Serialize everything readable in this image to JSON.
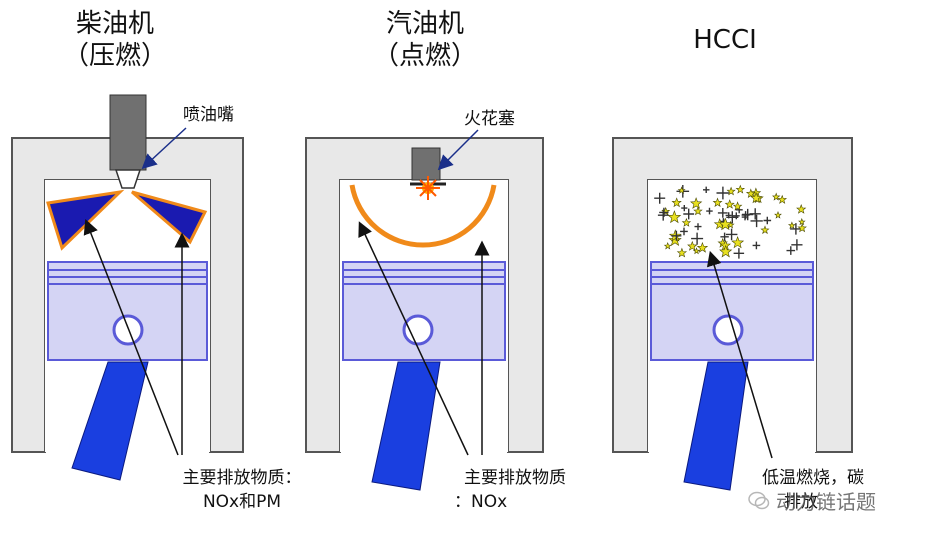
{
  "panels": [
    {
      "title_line1": "柴油机",
      "title_line2": "（压燃）",
      "component_label": "喷油嘴",
      "caption_line1": "主要排放物质：",
      "caption_line2": "NOx和PM"
    },
    {
      "title_line1": "汽油机",
      "title_line2": "（点燃）",
      "component_label": "火花塞",
      "caption_line1": "主要排放物质",
      "caption_line2": "：NOx"
    },
    {
      "title_line1": "HCCI",
      "caption_line1": "低温燃烧，碳",
      "caption_line2": "排放"
    }
  ],
  "watermark": "动力链话题",
  "colors": {
    "engine_block": "#e8e8e8",
    "block_border": "#555555",
    "piston": "#d4d4f4",
    "piston_ring": "#5a5ad8",
    "connecting_rod": "#1a3fe0",
    "injector": "#707070",
    "spray_fill": "#1a1ab0",
    "spray_edge": "#f08a1a",
    "flame_front": "#f08a1a",
    "spark": "#ffb000",
    "hcci_star": "#e8e020",
    "arrow": "#111111",
    "pointer": "#1a2f8a"
  }
}
